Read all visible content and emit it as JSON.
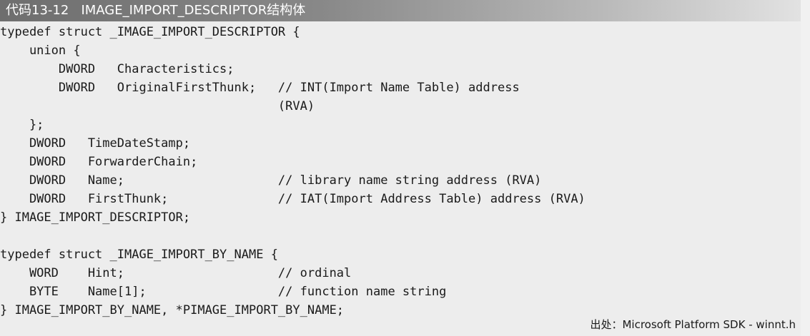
{
  "title": "代码13-12   IMAGE_IMPORT_DESCRIPTOR结构体",
  "code_lines": [
    "typedef struct _IMAGE_IMPORT_DESCRIPTOR {",
    "    union {",
    "        DWORD   Characteristics;",
    "        DWORD   OriginalFirstThunk;   // INT(Import Name Table) address",
    "                                      (RVA)",
    "    };",
    "    DWORD   TimeDateStamp;",
    "    DWORD   ForwarderChain;",
    "    DWORD   Name;                     // library name string address (RVA)",
    "    DWORD   FirstThunk;               // IAT(Import Address Table) address (RVA)",
    "} IMAGE_IMPORT_DESCRIPTOR;",
    "",
    "typedef struct _IMAGE_IMPORT_BY_NAME {",
    "    WORD    Hint;                     // ordinal",
    "    BYTE    Name[1];                  // function name string",
    "} IMAGE_IMPORT_BY_NAME, *PIMAGE_IMPORT_BY_NAME;"
  ],
  "source_note": "出处：Microsoft Platform SDK - winnt.h"
}
